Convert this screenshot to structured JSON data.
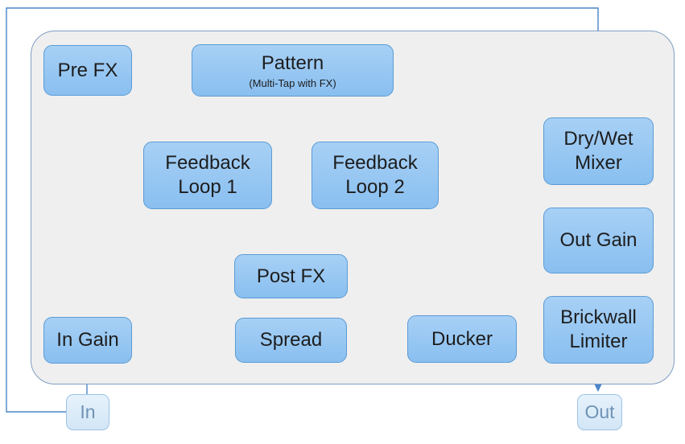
{
  "nodes": {
    "pre_fx": "Pre FX",
    "pattern": "Pattern",
    "pattern_sub": "(Multi-Tap with FX)",
    "feedback1_line1": "Feedback",
    "feedback1_line2": "Loop 1",
    "feedback2_line1": "Feedback",
    "feedback2_line2": "Loop 2",
    "post_fx": "Post FX",
    "spread": "Spread",
    "ducker": "Ducker",
    "in_gain": "In Gain",
    "dry_wet_line1": "Dry/Wet",
    "dry_wet_line2": "Mixer",
    "out_gain": "Out Gain",
    "brickwall_line1": "Brickwall",
    "brickwall_line2": "Limiter"
  },
  "io": {
    "in": "In",
    "out": "Out"
  },
  "colors": {
    "node_fill": "#96c6f2",
    "node_border": "#5b9bd5",
    "wire": "#4a86c8",
    "panel": "#efefef"
  }
}
